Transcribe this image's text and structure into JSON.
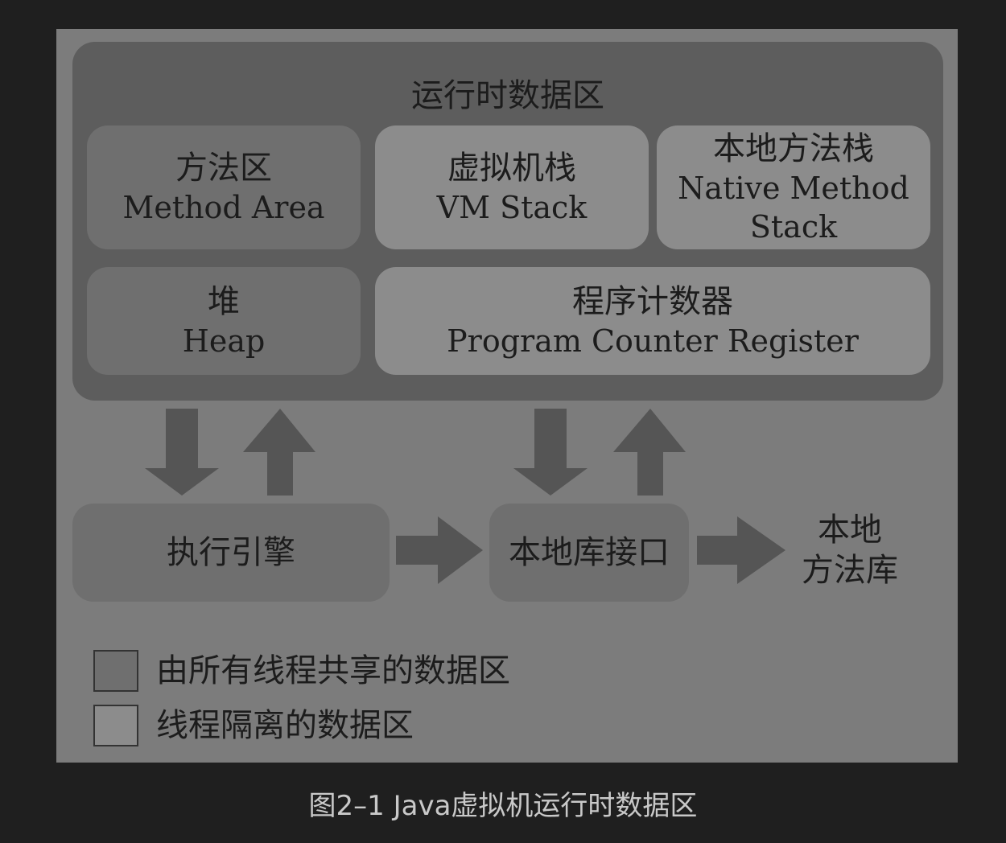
{
  "runtime_area": {
    "title": "运行时数据区"
  },
  "method_area": {
    "zh": "方法区",
    "en": "Method Area"
  },
  "vm_stack": {
    "zh": "虚拟机栈",
    "en": "VM Stack"
  },
  "native_method_stack": {
    "zh": "本地方法栈",
    "en_line1": "Native Method",
    "en_line2": "Stack"
  },
  "heap": {
    "zh": "堆",
    "en": "Heap"
  },
  "program_counter": {
    "zh": "程序计数器",
    "en": "Program Counter Register"
  },
  "execution_engine": {
    "label": "执行引擎"
  },
  "native_interface": {
    "label": "本地库接口"
  },
  "native_library": {
    "line1": "本地",
    "line2": "方法库"
  },
  "legend": {
    "shared": "由所有线程共享的数据区",
    "isolated": "线程隔离的数据区"
  },
  "caption": "图2–1 Java虚拟机运行时数据区",
  "colors": {
    "background": "#1f1f1f",
    "figure": "#7c7c7c",
    "runtime_area": "#5d5d5d",
    "shared_region": "#6f6f6f",
    "isolated_region": "#8c8c8c",
    "arrow": "#555555"
  }
}
